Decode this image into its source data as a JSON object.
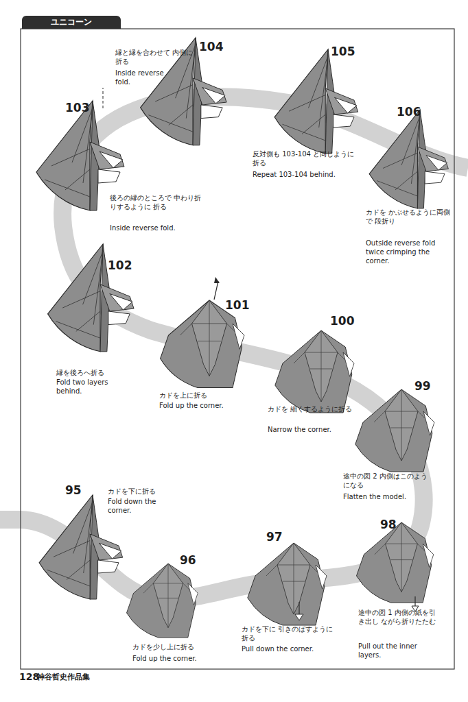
{
  "diagram": {
    "title": "ユニコーン",
    "labels": [
      "103",
      "後ろの縁のところで 中わり折りするように 折る",
      "Inside reverse fold.",
      "104",
      "縁と縁を合わせて 内側に折る",
      "Inside reverse fold.",
      "105",
      "反対側も 103-104 と同じように折る",
      "Repeat 103-104 behind.",
      "106",
      "カドを かぶせるように両側で 段折り",
      "Outside reverse fold twice crimping the corner.",
      "102",
      "縁を後ろへ折る",
      "Fold two layers behind.",
      "101",
      "カドを上に折る",
      "Fold up the corner.",
      "100",
      "カドを 細くするように折る",
      "Narrow the corner.",
      "99",
      "途中の図 2 内側はこのようになる",
      "Flatten the model.",
      "95",
      "カドを下に折る",
      "Fold down the corner.",
      "96",
      "カドを少し上に折る",
      "Fold up the corner.",
      "97",
      "カドを下に 引きのばすように折る",
      "Pull down the corner.",
      "98",
      "途中の図 1 内側の紙を引き出し ながら折りたたむ",
      "Pull out the inner layers.",
      "128",
      "神谷哲史作品集"
    ]
  }
}
